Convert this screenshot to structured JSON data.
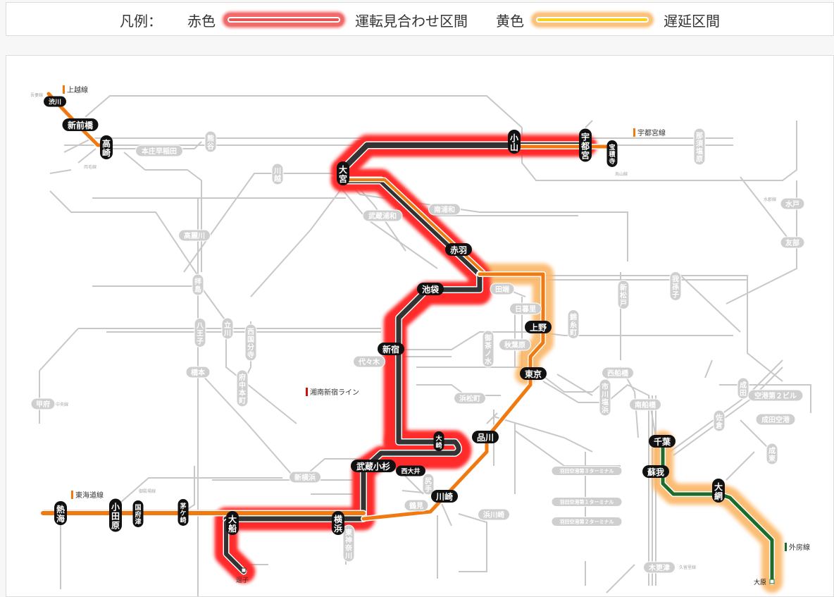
{
  "legend": {
    "title": "凡例：",
    "items": [
      {
        "color_label": "赤色",
        "description": "運転見合わせ区間",
        "glow": "#ff2a2a"
      },
      {
        "color_label": "黄色",
        "description": "遅延区間",
        "glow": "#fbb565"
      }
    ]
  },
  "colors": {
    "suspended_glow": "#ff2a2a",
    "delay_glow": "#fbb565",
    "line_orange": "#f07a10",
    "line_dark": "#333333",
    "line_green": "#1e6b2a",
    "bg_line": "#c8c8c8",
    "station_active_bg": "#111111",
    "station_inactive_bg": "#cfcfcf"
  },
  "line_labels": {
    "joetsu": "上越線",
    "utsunomiya": "宇都宮線",
    "shonan_shinjuku": "湘南新宿ライン",
    "tokaido": "東海道線",
    "sotobo": "外房線"
  },
  "line_label_colors": {
    "joetsu": "#f07a10",
    "utsunomiya": "#f07a10",
    "shonan_shinjuku": "#cc1111",
    "tokaido": "#f07a10",
    "sotobo": "#1e6b2a"
  },
  "stations_active": {
    "shibukawa": "渋川",
    "shinmaebashi": "新前橋",
    "takasaki": "高崎",
    "omiya": "大宮",
    "oyama": "小山",
    "utsunomiya": "宇都宮",
    "hoshakuji": "宝積寺",
    "akabane": "赤羽",
    "ikebukuro": "池袋",
    "shinjuku": "新宿",
    "ueno": "上野",
    "tokyo": "東京",
    "osaki": "大崎",
    "shinagawa": "品川",
    "musashikosugi": "武蔵小杉",
    "nishioi": "西大井",
    "kawasaki": "川崎",
    "yokohama": "横浜",
    "ofuna": "大船",
    "zushi": "逗子",
    "atami": "熱海",
    "odawara": "小田原",
    "kozu": "国府津",
    "chigasaki": "茅ケ崎",
    "chiba": "千葉",
    "soga": "蘇我",
    "oami": "大網",
    "ohara": "大原"
  },
  "stations_inactive": {
    "honjo_waseda": "本庄早稲田",
    "kumagaya": "熊谷",
    "kawagoe": "川越",
    "nasushiobara": "那須塩原",
    "mito": "水戸",
    "tomobe": "友部",
    "takahagi": "高麗川",
    "haijima": "拝島",
    "hachioji": "八王子",
    "tachikawa": "立川",
    "nishikokubunji": "西国分寺",
    "hashimoto": "橋本",
    "fuchuhommachi": "府中本町",
    "musashiurawa": "武蔵浦和",
    "minamiurawa": "南浦和",
    "tabata": "田端",
    "nippori": "日暮里",
    "ochanomizu": "御茶ノ水",
    "akihabara": "秋葉原",
    "kinshicho": "錦糸町",
    "shinmatsudo": "新松戸",
    "tomobe2": "我孫子",
    "yoyogi": "代々木",
    "hamamatsucho": "浜松町",
    "nishifunabashi": "西船橋",
    "ichikawashiohama": "市川塩浜",
    "minamifunabashi": "南船橋",
    "narita": "成田",
    "sakura": "佐倉",
    "airport_t2": "空港第２ビル",
    "narita_airport": "成田空港",
    "naruto": "成東",
    "kisarazu": "木更津",
    "shinyokohama": "新横浜",
    "shinkawasaki": "尻手",
    "tsurumi": "鶴見",
    "hamakawasaki": "浜川崎",
    "higashikanagawa": "東神奈川",
    "haneda_t3": "羽田空港第３ターミナル",
    "haneda_t1": "羽田空港第１ターミナル",
    "haneda_t2": "羽田空港第２ターミナル",
    "kofu": "甲府"
  },
  "minor_labels": {
    "agatsuma": "吾妻線",
    "ryomo": "両毛線",
    "karasuyama": "烏山線",
    "suigun": "水郡線",
    "gotemba": "御殿場線",
    "kurume": "久留里線",
    "chuo_west": "中央線"
  }
}
